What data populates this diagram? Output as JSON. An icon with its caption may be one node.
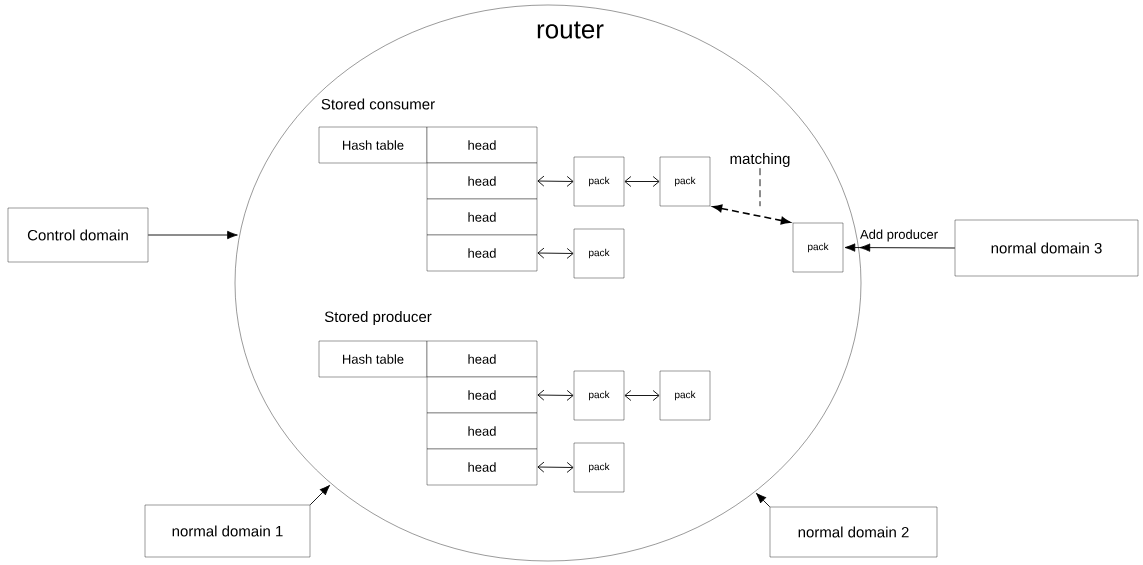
{
  "diagram": {
    "nodes": [
      {
        "text": [
          "router"
        ]
      },
      {
        "text": [
          "Control domain"
        ]
      },
      {
        "text": [
          "normal domain 1"
        ]
      },
      {
        "text": [
          "normal domain 2"
        ]
      },
      {
        "text": [
          "normal domain 3"
        ]
      },
      {
        "text": [
          "Hash table"
        ],
        "in": 0
      },
      {
        "text": [
          "head"
        ],
        "in": 0
      },
      {
        "text": [
          "head"
        ],
        "in": 0
      },
      {
        "text": [
          "head"
        ],
        "in": 0
      },
      {
        "text": [
          "head"
        ],
        "in": 0
      },
      {
        "text": [
          "pack"
        ],
        "in": 0
      },
      {
        "text": [
          "pack"
        ],
        "in": 0
      },
      {
        "text": [
          "pack"
        ],
        "in": 0
      },
      {
        "text": [
          "pack"
        ],
        "in": 0
      },
      {
        "text": [
          "Hash table"
        ],
        "in": 0
      },
      {
        "text": [
          "head"
        ],
        "in": 0
      },
      {
        "text": [
          "head"
        ],
        "in": 0
      },
      {
        "text": [
          "head"
        ],
        "in": 0
      },
      {
        "text": [
          "head"
        ],
        "in": 0
      },
      {
        "text": [
          "pack"
        ],
        "in": 0
      },
      {
        "text": [
          "pack"
        ],
        "in": 0
      },
      {
        "text": [
          "pack"
        ],
        "in": 0
      },
      {
        "text": [
          "matching"
        ],
        "in": 0
      }
    ],
    "edges": [
      {
        "from": 1,
        "to": 0,
        "arrow": "to"
      },
      {
        "from": 2,
        "to": 0,
        "arrow": "to"
      },
      {
        "from": 3,
        "to": 0,
        "arrow": "to"
      },
      {
        "from": 4,
        "to": 13,
        "arrow": "to",
        "label": "Add producer"
      },
      {
        "from": 7,
        "to": 10,
        "arrow": "both"
      },
      {
        "from": 10,
        "to": 11,
        "arrow": "both"
      },
      {
        "from": 9,
        "to": 12,
        "arrow": "both"
      },
      {
        "from": 11,
        "to": 13,
        "arrow": "both",
        "style": "dashed"
      },
      {
        "from": 16,
        "to": 19,
        "arrow": "both"
      },
      {
        "from": 19,
        "to": 20,
        "arrow": "both"
      },
      {
        "from": 18,
        "to": 21,
        "arrow": "both"
      },
      {
        "from": 22,
        "to": null,
        "arrow": "none",
        "style": "dashed"
      }
    ],
    "labels": [
      "Stored consumer",
      "Stored producer"
    ]
  }
}
